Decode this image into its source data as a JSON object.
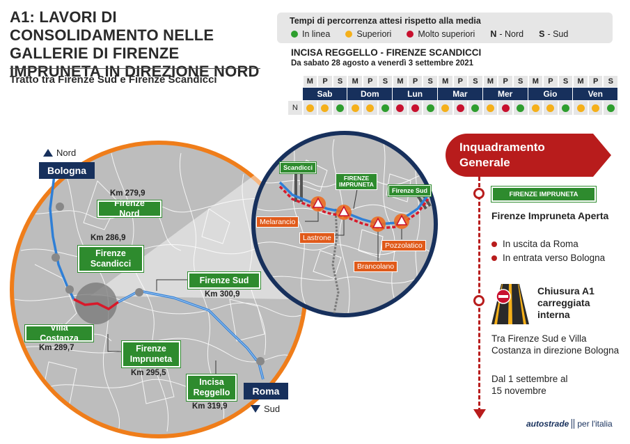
{
  "header": {
    "title": "A1: LAVORI DI CONSOLIDAMENTO NELLE GALLERIE DI FIRENZE IMPRUNETA IN DIREZIONE NORD",
    "subtitle": "Tratto tra Firenze Sud e Firenze Scandicci"
  },
  "legend": {
    "title": "Tempi di percorrenza attesi rispetto alla media",
    "items": [
      {
        "label": "In linea",
        "color": "#2e9e2e"
      },
      {
        "label": "Superiori",
        "color": "#f5b01a"
      },
      {
        "label": "Molto superiori",
        "color": "#c8102e"
      }
    ],
    "dir_n_key": "N",
    "dir_n_label": "- Nord",
    "dir_s_key": "S",
    "dir_s_label": "- Sud"
  },
  "schedule": {
    "route": "INCISA REGGELLO - FIRENZE SCANDICCI",
    "dates": "Da sabato 28 agosto a venerdì 3 settembre 2021",
    "slots": [
      "M",
      "P",
      "S",
      "M",
      "P",
      "S",
      "M",
      "P",
      "S",
      "M",
      "P",
      "S",
      "M",
      "P",
      "S",
      "M",
      "P",
      "S",
      "M",
      "P",
      "S"
    ],
    "days": [
      "Sab",
      "Dom",
      "Lun",
      "Mar",
      "Mer",
      "Gio",
      "Ven"
    ],
    "row_label": "N",
    "status": [
      "y",
      "y",
      "g",
      "y",
      "y",
      "g",
      "r",
      "r",
      "g",
      "y",
      "r",
      "g",
      "y",
      "r",
      "g",
      "y",
      "y",
      "g",
      "y",
      "y",
      "g"
    ],
    "colors": {
      "g": "#2e9e2e",
      "y": "#f5b01a",
      "r": "#c8102e"
    }
  },
  "map": {
    "north_label": "Nord",
    "south_label": "Sud",
    "cities": {
      "bologna": "Bologna",
      "roma": "Roma"
    },
    "exits": [
      {
        "name": "Firenze Nord",
        "km": "Km 279,9"
      },
      {
        "name": "Firenze Scandicci",
        "km": "Km 286,9"
      },
      {
        "name": "Firenze Sud",
        "km": "Km 300,9"
      },
      {
        "name": "Villa Costanza",
        "km": "Km 289,7"
      },
      {
        "name": "Firenze Impruneta",
        "km": "Km 295,5"
      },
      {
        "name": "Incisa Reggello",
        "km": "Km 319,9"
      }
    ],
    "detail": {
      "scandicci": "Scandicci",
      "impruneta": "FIRENZE IMPRUNETA",
      "firenze_sud": "Firenze Sud",
      "tunnels": [
        "Melarancio",
        "Lastrone",
        "Brancolano",
        "Pozzolatico"
      ]
    }
  },
  "panel": {
    "heading": "Inquadramento Generale",
    "sign": "FIRENZE IMPRUNETA",
    "item1_title": "Firenze Impruneta Aperta",
    "item1_bullets": [
      "In uscita da Roma",
      "In entrata verso Bologna"
    ],
    "item2_title": "Chiusura A1 carreggiata interna",
    "item2_text1": "Tra Firenze Sud e Villa Costanza in direzione Bologna",
    "item2_text2": "Dal 1 settembre al 15 novembre",
    "accent": "#b81c1c"
  },
  "brand": {
    "name": "autostrade",
    "suffix": "per l'italia"
  }
}
